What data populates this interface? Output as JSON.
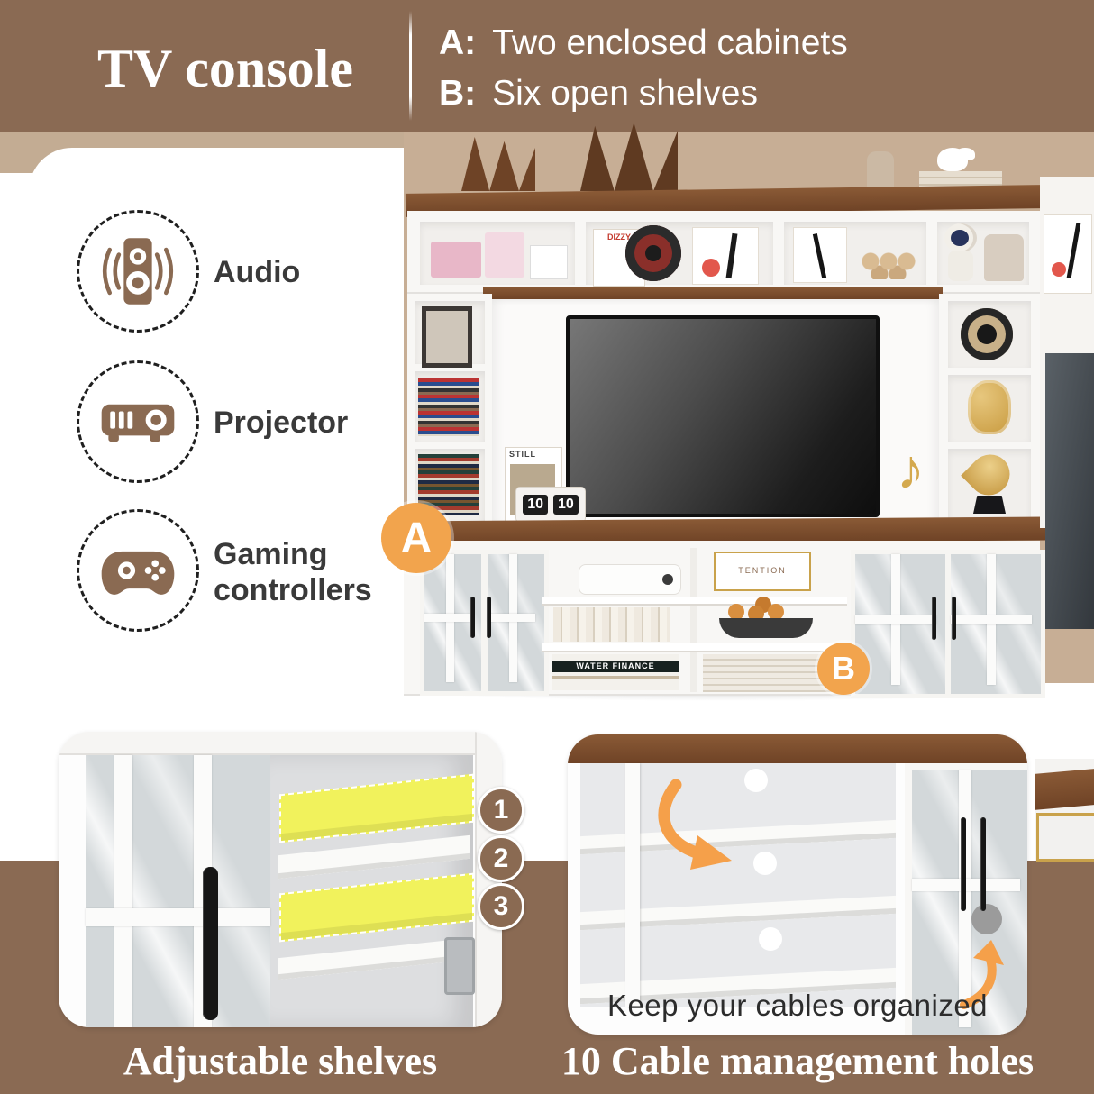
{
  "header": {
    "title": "TV console",
    "features": [
      {
        "prefix": "A:",
        "text": "Two enclosed cabinets"
      },
      {
        "prefix": "B:",
        "text": "Six open shelves"
      }
    ]
  },
  "feature_list": {
    "items": [
      {
        "icon": "speaker-icon",
        "label": "Audio"
      },
      {
        "icon": "projector-icon",
        "label": "Projector"
      },
      {
        "icon": "gamepad-icon",
        "label": "Gaming controllers"
      }
    ]
  },
  "callouts": {
    "a": "A",
    "b": "B"
  },
  "adjustable": {
    "numbers": [
      "1",
      "2",
      "3"
    ],
    "caption": "Adjustable shelves"
  },
  "cables": {
    "note": "Keep your cables organized",
    "caption": "10 Cable management holes"
  },
  "scene": {
    "magazine_title": "STILL",
    "clock_hour": "10",
    "clock_minute": "10",
    "record_sleeve": "DIZZY",
    "book_spine": "WATER FINANCE",
    "speaker_box": "TENTION"
  },
  "colors": {
    "brown_band": "#8a6a53",
    "beige_wall": "#c7ae95",
    "accent_orange": "#f2a44d",
    "highlight_yellow": "#f1f25c",
    "badge_brown": "#8a6a52"
  }
}
